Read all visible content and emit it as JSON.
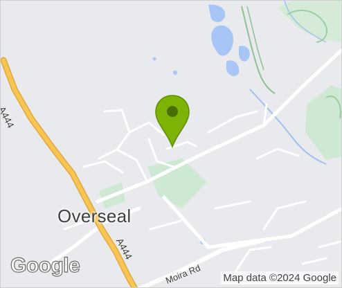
{
  "map": {
    "place_label": "Overseal",
    "roads": {
      "a444_upper": "A444",
      "a444_lower": "A444",
      "moira_rd": "Moira Rd"
    },
    "logo_text": "Google",
    "attribution": "Map data ©2024 Google",
    "colors": {
      "background": "#e8eaed",
      "minor_road": "#ffffff",
      "major_road": "#f6c554",
      "water": "#a8c6f5",
      "park": "#cfe8d3",
      "marker": "#7cb305"
    },
    "marker_icon": "map-pin-icon"
  }
}
